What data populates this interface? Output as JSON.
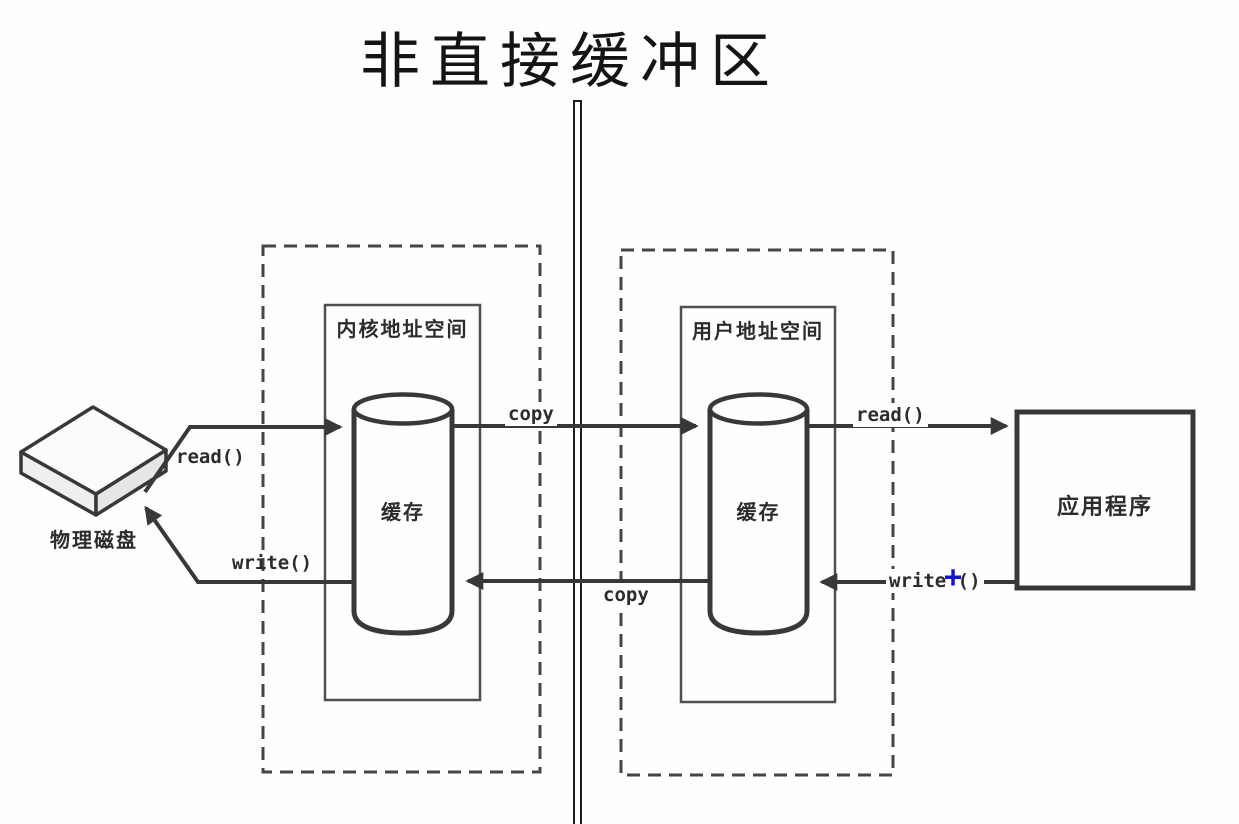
{
  "title": "非直接缓冲区",
  "diagram": {
    "disk": {
      "label": "物理磁盘"
    },
    "kernel_space": {
      "box_label": "内核地址空间",
      "cache_label": "缓存"
    },
    "user_space": {
      "box_label": "用户地址空间",
      "cache_label": "缓存"
    },
    "application": {
      "label": "应用程序"
    },
    "labels": {
      "read_disk": "read()",
      "write_disk": "write()",
      "copy_read": "copy",
      "copy_write": "copy",
      "read_app": "read()",
      "write_app": "write ()",
      "cursor_plus": "+"
    },
    "colors": {
      "line": "#383838",
      "cursor": "#1512cc",
      "background": "#fefefe"
    }
  }
}
